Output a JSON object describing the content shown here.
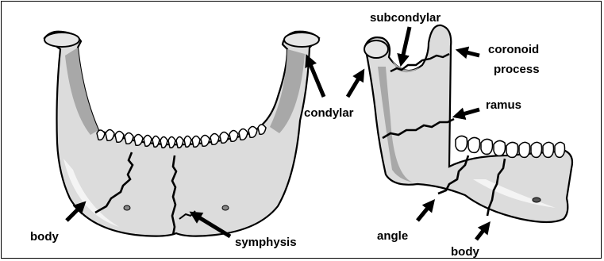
{
  "labels": {
    "subcondylar": "subcondylar",
    "coronoid_line1": "coronoid",
    "coronoid_line2": "process",
    "condylar": "condylar",
    "ramus": "ramus",
    "body_left": "body",
    "symphysis": "symphysis",
    "angle": "angle",
    "body_right": "body"
  },
  "colors": {
    "bone_fill": "#dcdcdc",
    "bone_shadow": "#a8a8a8",
    "bone_highlight": "#f4f4f4",
    "teeth_fill": "#ffffff",
    "outline": "#000000",
    "fracture_line": "#000000",
    "arrow": "#000000"
  }
}
